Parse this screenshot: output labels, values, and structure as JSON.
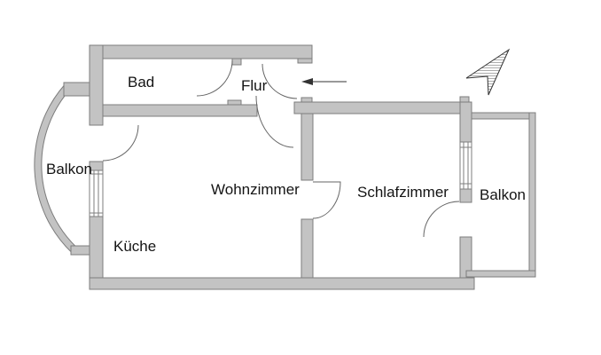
{
  "labels": {
    "bad": "Bad",
    "flur": "Flur",
    "balkon_left": "Balkon",
    "wohnzimmer": "Wohnzimmer",
    "kueche": "Küche",
    "schlafzimmer": "Schlafzimmer",
    "balkon_right": "Balkon"
  },
  "icons": {
    "north_arrow": "north-arrow-icon",
    "entry_arrow": "entry-direction-arrow-icon"
  },
  "colors": {
    "background": "#ffffff",
    "wall_fill": "#c3c3c3",
    "wall_outline": "#7d7d7d",
    "door_arc": "#666666",
    "line": "#333333",
    "text": "#141414"
  }
}
